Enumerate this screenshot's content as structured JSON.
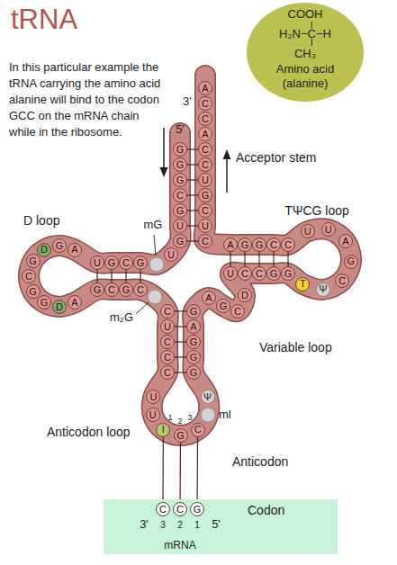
{
  "diagram": {
    "title": "tRNA",
    "nodes": [
      {
        "text": [
          "COOH",
          "H₂N−C−H",
          "CH₃",
          "Amino acid (alanine)"
        ]
      },
      {
        "text": [
          "A"
        ]
      },
      {
        "text": [
          "C"
        ]
      },
      {
        "text": [
          "C"
        ]
      },
      {
        "text": [
          "A"
        ]
      },
      {
        "text": [
          "C"
        ]
      },
      {
        "text": [
          "C"
        ]
      },
      {
        "text": [
          "U"
        ]
      },
      {
        "text": [
          "G"
        ]
      },
      {
        "text": [
          "C"
        ]
      },
      {
        "text": [
          "U"
        ]
      },
      {
        "text": [
          "C"
        ]
      },
      {
        "text": [
          "G"
        ]
      },
      {
        "text": [
          "G"
        ]
      },
      {
        "text": [
          "G"
        ]
      },
      {
        "text": [
          "C"
        ]
      },
      {
        "text": [
          "G"
        ]
      },
      {
        "text": [
          "U"
        ]
      },
      {
        "text": [
          "G"
        ]
      },
      {
        "text": [
          "U"
        ]
      },
      {
        "text": [
          "U"
        ]
      },
      {
        "text": [
          "G"
        ]
      },
      {
        "text": [
          "C"
        ]
      },
      {
        "text": [
          "G"
        ]
      },
      {
        "text": [
          "A"
        ]
      },
      {
        "text": [
          "G"
        ]
      },
      {
        "text": [
          "D"
        ]
      },
      {
        "text": [
          "G"
        ]
      },
      {
        "text": [
          "C"
        ]
      },
      {
        "text": [
          "G"
        ]
      },
      {
        "text": [
          "G"
        ]
      },
      {
        "text": [
          "D"
        ]
      },
      {
        "text": [
          "A"
        ]
      },
      {
        "text": [
          "G"
        ]
      },
      {
        "text": [
          "C"
        ]
      },
      {
        "text": [
          "G"
        ]
      },
      {
        "text": [
          "C"
        ]
      },
      {
        "text": [
          "C"
        ]
      },
      {
        "text": [
          "U"
        ]
      },
      {
        "text": [
          "C"
        ]
      },
      {
        "text": [
          "C"
        ]
      },
      {
        "text": [
          "C"
        ]
      },
      {
        "text": [
          "U"
        ]
      },
      {
        "text": [
          "U"
        ]
      },
      {
        "text": [
          "I"
        ]
      },
      {
        "text": [
          "G"
        ]
      },
      {
        "text": [
          "C"
        ]
      },
      {
        "text": [
          "Ψ"
        ]
      },
      {
        "text": [
          "G"
        ]
      },
      {
        "text": [
          "A"
        ]
      },
      {
        "text": [
          "G"
        ]
      },
      {
        "text": [
          "G"
        ]
      },
      {
        "text": [
          "G"
        ]
      },
      {
        "text": [
          "A"
        ]
      },
      {
        "text": [
          "G"
        ]
      },
      {
        "text": [
          "C"
        ]
      },
      {
        "text": [
          "D"
        ]
      },
      {
        "text": [
          "U"
        ]
      },
      {
        "text": [
          "C"
        ]
      },
      {
        "text": [
          "C"
        ]
      },
      {
        "text": [
          "G"
        ]
      },
      {
        "text": [
          "G"
        ]
      },
      {
        "text": [
          "T"
        ]
      },
      {
        "text": [
          "Ψ"
        ]
      },
      {
        "text": [
          "C"
        ]
      },
      {
        "text": [
          "G"
        ]
      },
      {
        "text": [
          "A"
        ]
      },
      {
        "text": [
          "U"
        ]
      },
      {
        "text": [
          "U"
        ]
      },
      {
        "text": [
          "A"
        ]
      },
      {
        "text": [
          "G"
        ]
      },
      {
        "text": [
          "G"
        ]
      },
      {
        "text": [
          "C"
        ]
      },
      {
        "text": [
          "C"
        ]
      },
      {
        "text": [
          "Codon",
          "mRNA"
        ]
      },
      {
        "text": [
          "C"
        ],
        "in": 74
      },
      {
        "text": [
          "C"
        ],
        "in": 74
      },
      {
        "text": [
          "G"
        ],
        "in": 74
      }
    ],
    "edges": [
      {
        "from": 12,
        "to": 5,
        "arrow": "none"
      },
      {
        "from": 13,
        "to": 6,
        "arrow": "none"
      },
      {
        "from": 14,
        "to": 7,
        "arrow": "none"
      },
      {
        "from": 15,
        "to": 8,
        "arrow": "none"
      },
      {
        "from": 16,
        "to": 9,
        "arrow": "none"
      },
      {
        "from": 17,
        "to": 10,
        "arrow": "none"
      },
      {
        "from": 18,
        "to": 11,
        "arrow": "none"
      },
      {
        "from": 20,
        "to": 33,
        "arrow": "none"
      },
      {
        "from": 21,
        "to": 34,
        "arrow": "none"
      },
      {
        "from": 22,
        "to": 35,
        "arrow": "none"
      },
      {
        "from": 23,
        "to": 36,
        "arrow": "none"
      },
      {
        "from": 37,
        "to": 48,
        "arrow": "none"
      },
      {
        "from": 38,
        "to": 49,
        "arrow": "none"
      },
      {
        "from": 39,
        "to": 50,
        "arrow": "none"
      },
      {
        "from": 40,
        "to": 51,
        "arrow": "none"
      },
      {
        "from": 41,
        "to": 52,
        "arrow": "none"
      },
      {
        "from": 57,
        "to": 69,
        "arrow": "none"
      },
      {
        "from": 58,
        "to": 70,
        "arrow": "none"
      },
      {
        "from": 59,
        "to": 71,
        "arrow": "none"
      },
      {
        "from": 60,
        "to": 72,
        "arrow": "none"
      },
      {
        "from": 61,
        "to": 73,
        "arrow": "none"
      },
      {
        "from": 44,
        "to": 75,
        "arrow": "none"
      },
      {
        "from": 45,
        "to": 76,
        "arrow": "none"
      },
      {
        "from": 46,
        "to": 77,
        "arrow": "none"
      }
    ],
    "labels": [
      "In this particular example the tRNA carrying the amino acid alanine will bind to the codon GCC on the mRNA chain while in the ribosome.",
      "3'",
      "5'",
      "Acceptor stem",
      "D loop",
      "mG",
      "TΨCG loop",
      "m₂G",
      "Variable loop",
      "Anticodon loop",
      "ml",
      "Anticodon",
      "1",
      "2",
      "3",
      "3'",
      "3",
      "2",
      "1",
      "5'"
    ]
  }
}
